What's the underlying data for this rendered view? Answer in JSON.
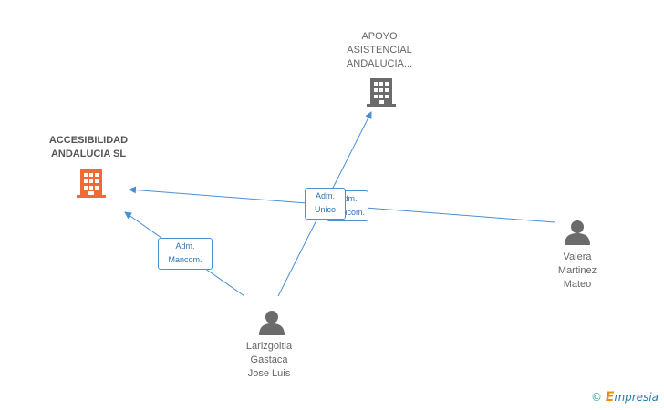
{
  "nodes": {
    "company_main": {
      "line1": "ACCESIBILIDAD",
      "line2": "ANDALUCIA SL",
      "icon": "building-icon",
      "color": "#f06a35"
    },
    "company_other": {
      "line1": "APOYO",
      "line2": "ASISTENCIAL",
      "line3": "ANDALUCIA...",
      "icon": "building-icon",
      "color": "#6b6b6b"
    },
    "person_a": {
      "line1": "Larizgoitia",
      "line2": "Gastaca",
      "line3": "Jose Luis",
      "icon": "person-icon"
    },
    "person_b": {
      "line1": "Valera",
      "line2": "Martinez",
      "line3": "Mateo",
      "icon": "person-icon"
    }
  },
  "edges": {
    "a_to_main": {
      "line1": "Adm.",
      "line2": "Mancom."
    },
    "a_to_other": {
      "line1": "Adm.",
      "line2": "Unico"
    },
    "b_to_main": {
      "line1": "Adm.",
      "line2": "Mancom."
    }
  },
  "watermark": {
    "copyright": "©",
    "brand_e": "E",
    "brand_rest": "mpresia"
  },
  "colors": {
    "edge": "#4a8fd4",
    "person": "#6b6b6b"
  }
}
